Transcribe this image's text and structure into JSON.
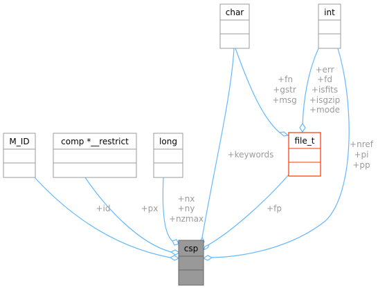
{
  "colors": {
    "edge": "#63b8ff",
    "box_border": "#999999",
    "box_fill": "#ffffff",
    "focus_fill": "#999999",
    "focus_border": "#666666",
    "highlight_border": "#ff3300",
    "label": "#9a9a9a"
  },
  "nodes": {
    "csp": "csp",
    "m_id": "M_ID",
    "comp": "comp *__restrict",
    "long": "long",
    "char": "char",
    "int": "int",
    "file_t": "file_t"
  },
  "edge_labels": {
    "id": "+id",
    "px": "+px",
    "nx": "+nx",
    "ny": "+ny",
    "nzmax": "+nzmax",
    "keywords": "+keywords",
    "fp": "+fp",
    "nref": "+nref",
    "pi": "+pi",
    "pp": "+pp",
    "fn": "+fn",
    "gstr": "+gstr",
    "msg": "+msg",
    "err": "+err",
    "fd": "+fd",
    "isfits": "+isfits",
    "isgzip": "+isgzip",
    "mode": "+mode"
  }
}
